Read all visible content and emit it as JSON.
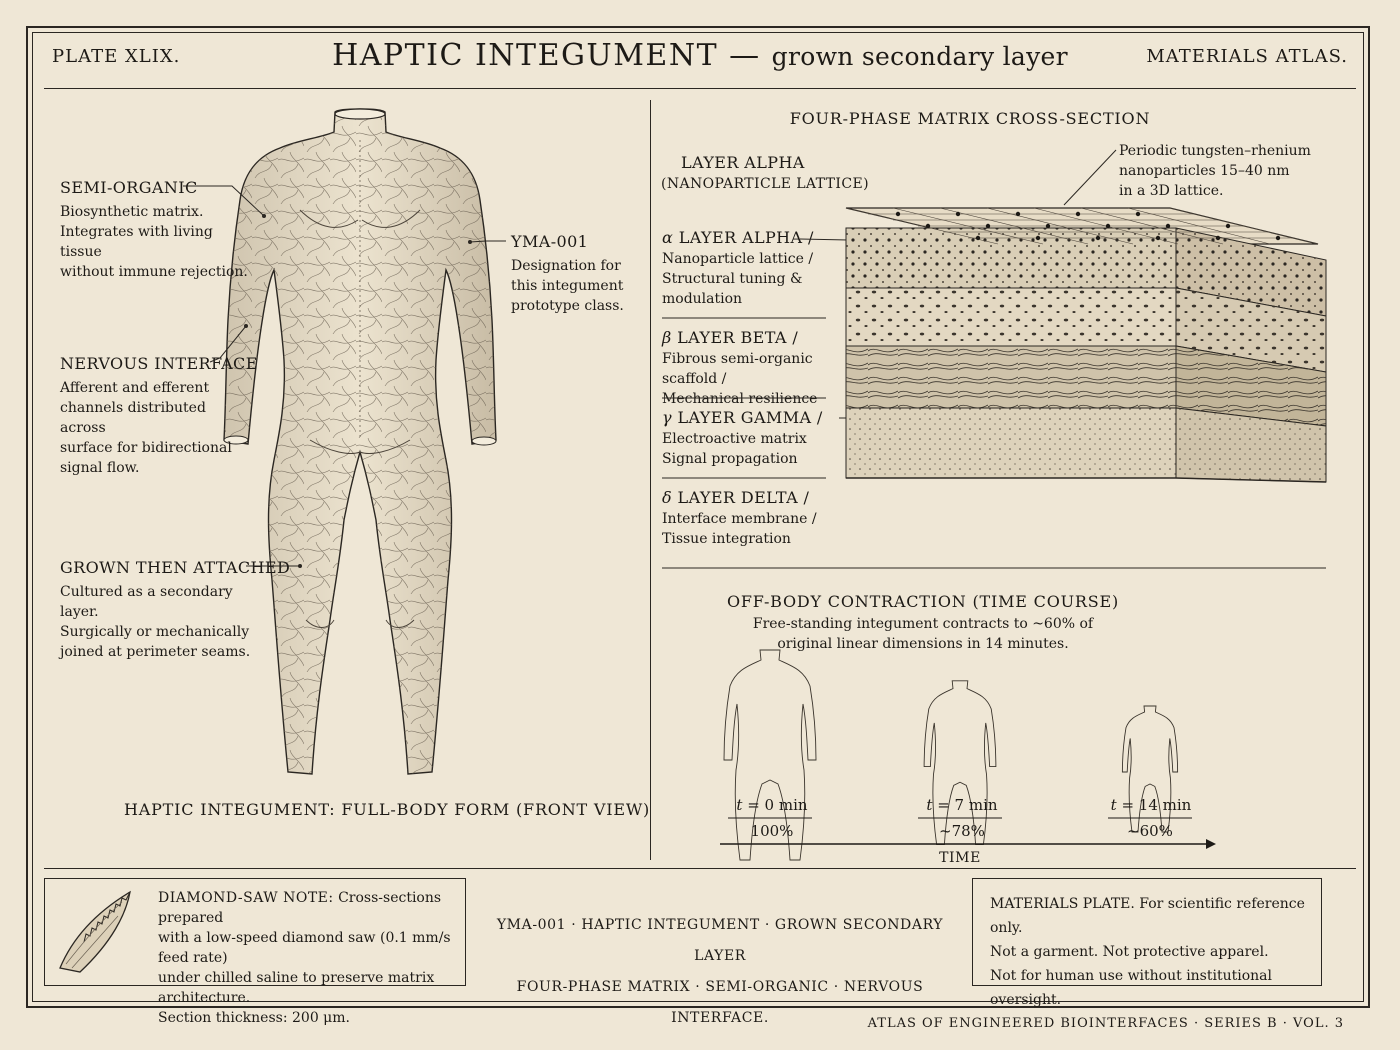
{
  "header": {
    "plate": "PLATE XLIX.",
    "title_main": "HAPTIC INTEGUMENT",
    "title_dash": " — ",
    "title_sub": "grown secondary layer",
    "publisher": "MATERIALS ATLAS."
  },
  "body_figure": {
    "caption": "HAPTIC INTEGUMENT: FULL-BODY FORM (FRONT VIEW)",
    "callouts": [
      {
        "title": "SEMI-ORGANIC",
        "lines": [
          "Biosynthetic matrix.",
          "Integrates with living tissue",
          "without immune rejection."
        ]
      },
      {
        "title": "YMA-001",
        "lines": [
          "Designation for",
          "this integument",
          "prototype class."
        ]
      },
      {
        "title": "NERVOUS INTERFACE",
        "lines": [
          "Afferent and efferent",
          "channels distributed across",
          "surface for bidirectional",
          "signal flow."
        ]
      },
      {
        "title": "GROWN THEN ATTACHED",
        "lines": [
          "Cultured as a secondary layer.",
          "Surgically or mechanically",
          "joined at perimeter seams."
        ]
      }
    ]
  },
  "cross_section": {
    "title": "FOUR-PHASE MATRIX CROSS-SECTION",
    "alpha_header": "LAYER ALPHA",
    "alpha_header_sub": "(NANOPARTICLE LATTICE)",
    "nanoparticle_note": [
      "Periodic tungsten–rhenium",
      "nanoparticles 15–40 nm",
      "in a 3D lattice."
    ],
    "layers": [
      {
        "symbol": "α",
        "name": "LAYER ALPHA /",
        "lines": [
          "Nanoparticle lattice /",
          "Structural tuning &",
          "modulation"
        ]
      },
      {
        "symbol": "β",
        "name": "LAYER BETA /",
        "lines": [
          "Fibrous semi-organic scaffold /",
          "Mechanical resilience"
        ]
      },
      {
        "symbol": "γ",
        "name": "LAYER GAMMA /",
        "lines": [
          "Electroactive matrix",
          "Signal propagation"
        ]
      },
      {
        "symbol": "δ",
        "name": "LAYER DELTA /",
        "lines": [
          "Interface membrane /",
          "Tissue integration"
        ]
      }
    ]
  },
  "contraction": {
    "title": "OFF-BODY CONTRACTION (TIME COURSE)",
    "desc": [
      "Free-standing integument contracts to ~60% of",
      "original linear dimensions in 14 minutes."
    ],
    "axis_label": "TIME",
    "stages": [
      {
        "time_var": "t",
        "time_rest": " = 0 min",
        "percent": "100%",
        "scale": 1.0
      },
      {
        "time_var": "t",
        "time_rest": " = 7 min",
        "percent": "~78%",
        "scale": 0.78
      },
      {
        "time_var": "t",
        "time_rest": " = 14 min",
        "percent": "~60%",
        "scale": 0.6
      }
    ]
  },
  "footer": {
    "saw_note_title": "DIAMOND-SAW NOTE:",
    "saw_note_lines": [
      " Cross-sections prepared",
      "with a low-speed diamond saw (0.1 mm/s feed rate)",
      "under chilled saline to preserve matrix architecture.",
      "Section thickness: 200 μm."
    ],
    "center_lines": [
      "YMA-001 · HAPTIC INTEGUMENT · GROWN SECONDARY LAYER",
      "FOUR-PHASE MATRIX · SEMI-ORGANIC · NERVOUS INTERFACE."
    ],
    "plate_note_title": "MATERIALS PLATE.",
    "plate_note_lines": [
      " For scientific reference only.",
      "Not a garment. Not protective apparel.",
      "Not for human use without institutional oversight."
    ],
    "series": "ATLAS OF ENGINEERED BIOINTERFACES · SERIES B · VOL. 3"
  },
  "colors": {
    "paper": "#efe7d6",
    "ink": "#1d1a16"
  }
}
